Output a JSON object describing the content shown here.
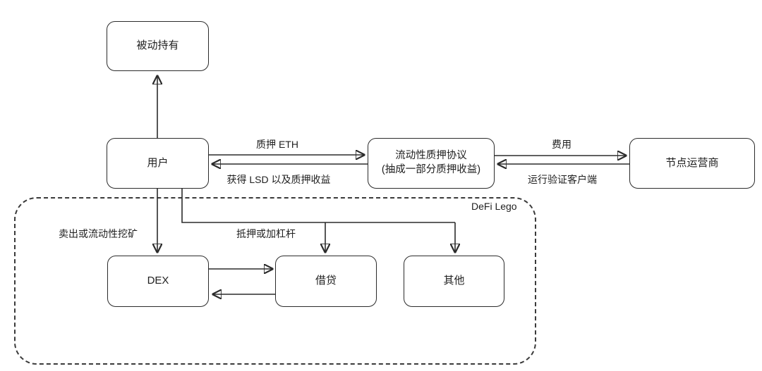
{
  "nodes": {
    "passive": {
      "label": "被动持有"
    },
    "user": {
      "label": "用户"
    },
    "protocol": {
      "line1": "流动性质押协议",
      "line2": "(抽成一部分质押收益)"
    },
    "operator": {
      "label": "节点运营商"
    },
    "dex": {
      "label": "DEX"
    },
    "lending": {
      "label": "借贷"
    },
    "other": {
      "label": "其他"
    }
  },
  "edges": {
    "stake_eth": {
      "label": "质押 ETH"
    },
    "receive_lsd": {
      "label": "获得 LSD 以及质押收益"
    },
    "fee": {
      "label": "费用"
    },
    "run_client": {
      "label": "运行验证客户端"
    },
    "sell_or_mine": {
      "label": "卖出或流动性挖矿"
    },
    "collateral_leverage": {
      "label": "抵押或加杠杆"
    }
  },
  "group": {
    "label": "DeFi Lego"
  },
  "colors": {
    "stroke": "#2b2b2b",
    "background": "#ffffff",
    "text": "#1f1f1f"
  }
}
